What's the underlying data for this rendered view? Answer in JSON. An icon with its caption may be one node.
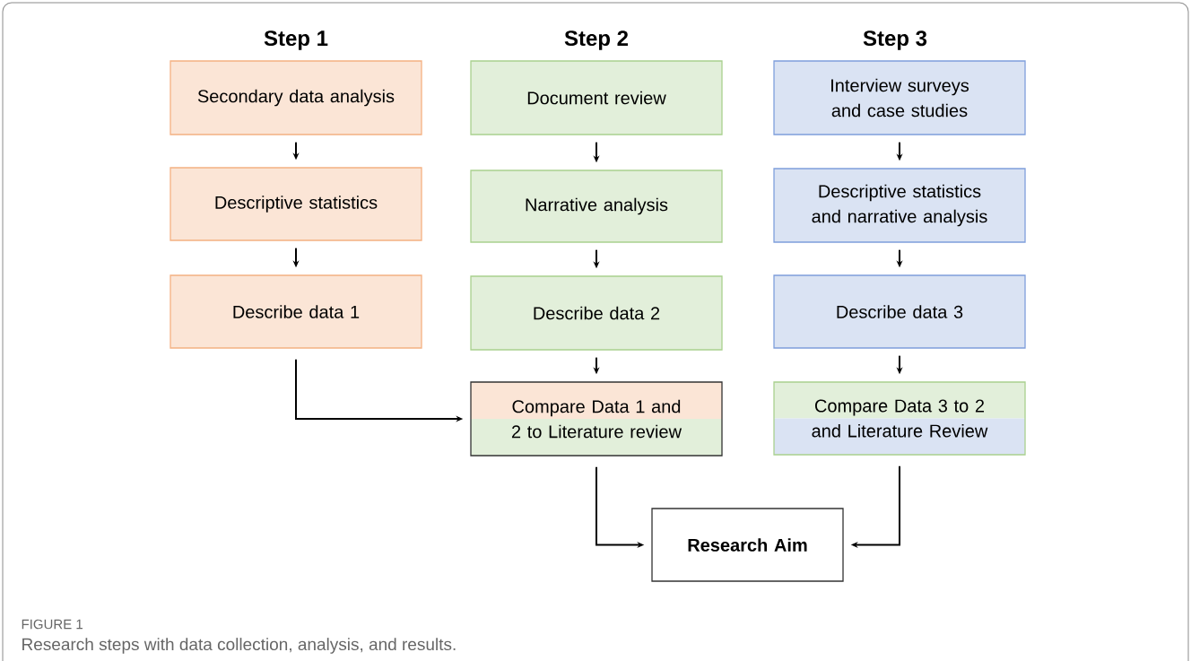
{
  "diagram": {
    "caption": "Research steps with data collection, analysis, and results.",
    "nodes": [
      {
        "text": [
          "Secondary data analysis"
        ]
      },
      {
        "text": [
          "Descriptive statistics"
        ]
      },
      {
        "text": [
          "Describe data 1"
        ]
      },
      {
        "text": [
          "Document review"
        ]
      },
      {
        "text": [
          "Narrative analysis"
        ]
      },
      {
        "text": [
          "Describe data 2"
        ]
      },
      {
        "text": [
          "Compare Data 1 and 2 to Literature review"
        ]
      },
      {
        "text": [
          "Interview surveys and case studies"
        ]
      },
      {
        "text": [
          "Descriptive statistics and narrative analysis"
        ]
      },
      {
        "text": [
          "Describe data 3"
        ]
      },
      {
        "text": [
          "Compare Data 3 to 2 and Literature Review"
        ]
      },
      {
        "text": [
          "Research Aim"
        ]
      }
    ],
    "edges": [
      {
        "from": 0,
        "to": 1,
        "arrow": "to"
      },
      {
        "from": 1,
        "to": 2,
        "arrow": "to"
      },
      {
        "from": 3,
        "to": 4,
        "arrow": "to"
      },
      {
        "from": 4,
        "to": 5,
        "arrow": "to"
      },
      {
        "from": 5,
        "to": 6,
        "arrow": "to"
      },
      {
        "from": 7,
        "to": 8,
        "arrow": "to"
      },
      {
        "from": 8,
        "to": 9,
        "arrow": "to"
      },
      {
        "from": 9,
        "to": 10,
        "arrow": "to"
      },
      {
        "from": 2,
        "to": 6,
        "arrow": "to"
      },
      {
        "from": 6,
        "to": 11,
        "arrow": "to"
      },
      {
        "from": 10,
        "to": 11,
        "arrow": "to"
      }
    ],
    "labels": [
      "Step 1",
      "Step 2",
      "Step 3",
      "FIGURE 1"
    ]
  }
}
